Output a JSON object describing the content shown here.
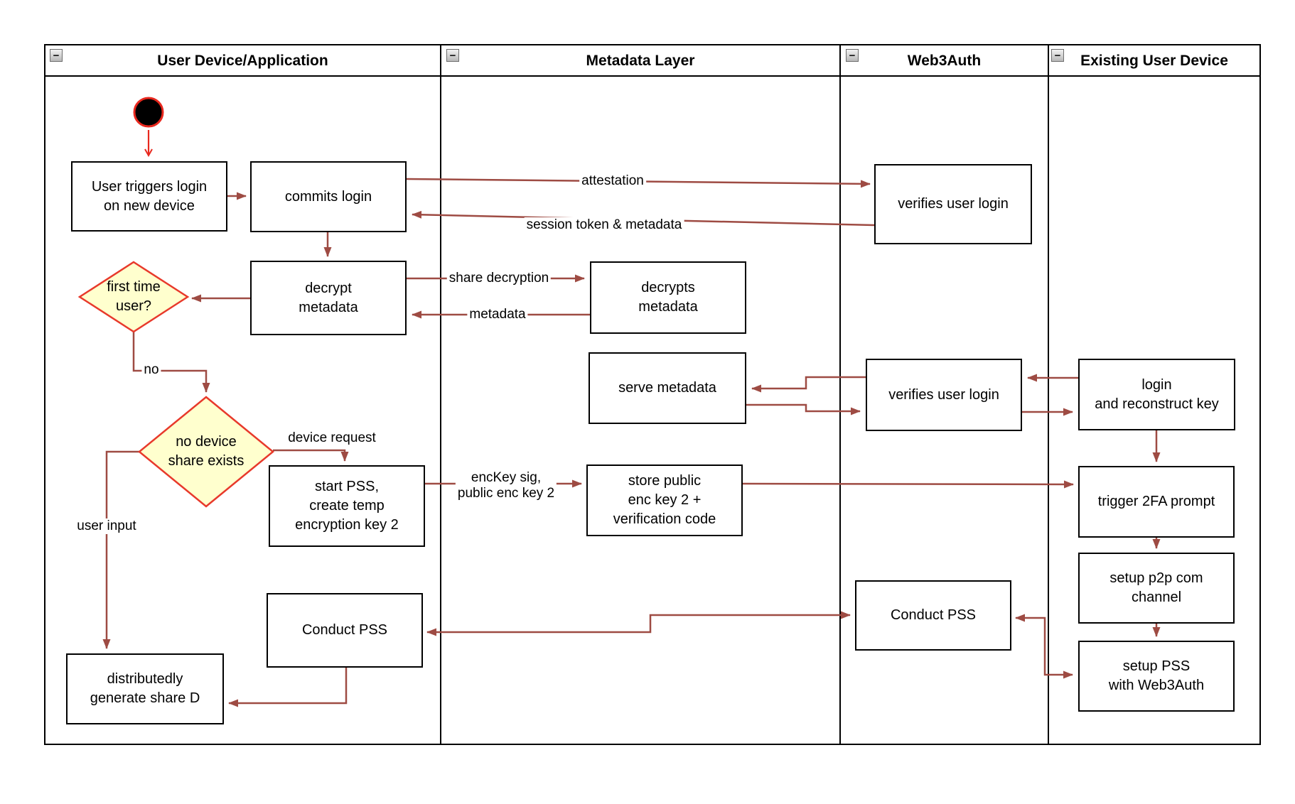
{
  "lanes": [
    {
      "title": "User Device/Application"
    },
    {
      "title": "Metadata Layer"
    },
    {
      "title": "Web3Auth"
    },
    {
      "title": "Existing User Device"
    }
  ],
  "collapse_glyph": "−",
  "nodes": {
    "user_triggers": {
      "label": "User triggers login\non new device"
    },
    "commits": {
      "label": "commits login"
    },
    "decrypt": {
      "label": "decrypt\nmetadata"
    },
    "decrypts": {
      "label": "decrypts\nmetadata"
    },
    "serve": {
      "label": "serve metadata"
    },
    "store": {
      "label": "store public\nenc key 2 +\nverification code"
    },
    "start_pss": {
      "label": "start PSS,\ncreate temp\nencryption key 2"
    },
    "conduct_pss_user": {
      "label": "Conduct PSS"
    },
    "distributedly": {
      "label": "distributedly\ngenerate share D"
    },
    "verifies_login_1": {
      "label": "verifies user login"
    },
    "verifies_login_2": {
      "label": "verifies user login"
    },
    "conduct_pss_w3a": {
      "label": "Conduct PSS"
    },
    "login_reconstruct": {
      "label": "login\nand reconstruct key"
    },
    "trigger_2fa": {
      "label": "trigger 2FA prompt"
    },
    "p2p_channel": {
      "label": "setup p2p com\nchannel"
    },
    "setup_pss": {
      "label": "setup PSS\nwith Web3Auth"
    },
    "first_time_user": {
      "label": "first time\nuser?"
    },
    "no_device_share": {
      "label": "no device\nshare exists"
    }
  },
  "edge_labels": {
    "attestation": "attestation",
    "session_token": "session token & metadata",
    "share_decryption": "share decryption",
    "metadata": "metadata",
    "no": "no",
    "device_request": "device request",
    "user_input": "user input",
    "enckey": "encKey sig,\npublic enc key 2"
  },
  "colors": {
    "arrow": "#9e4b43",
    "start_node": "#e8281e",
    "diamond_fill": "#ffffce",
    "diamond_border": "#e8392b",
    "box_border": "#000000"
  }
}
